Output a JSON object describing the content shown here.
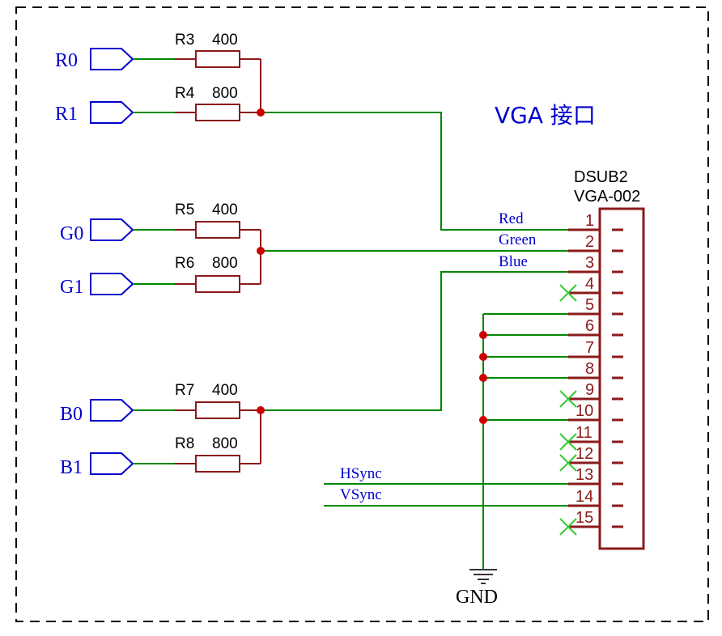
{
  "title": "VGA 接口",
  "connector": {
    "designator": "DSUB2",
    "part": "VGA-002",
    "pins": [
      "1",
      "2",
      "3",
      "4",
      "5",
      "6",
      "7",
      "8",
      "9",
      "10",
      "11",
      "12",
      "13",
      "14",
      "15"
    ]
  },
  "ports": [
    "R0",
    "R1",
    "G0",
    "G1",
    "B0",
    "B1"
  ],
  "resistors": [
    {
      "ref": "R3",
      "value": "400"
    },
    {
      "ref": "R4",
      "value": "800"
    },
    {
      "ref": "R5",
      "value": "400"
    },
    {
      "ref": "R6",
      "value": "800"
    },
    {
      "ref": "R7",
      "value": "400"
    },
    {
      "ref": "R8",
      "value": "800"
    }
  ],
  "nets": {
    "red": "Red",
    "green": "Green",
    "blue": "Blue",
    "hsync": "HSync",
    "vsync": "VSync"
  },
  "ground_label": "GND",
  "colors": {
    "wire": "#008800",
    "component": "#8b1a1a",
    "port": "#0000cc",
    "junction": "#cc0000",
    "no_connect": "#33cc33"
  }
}
